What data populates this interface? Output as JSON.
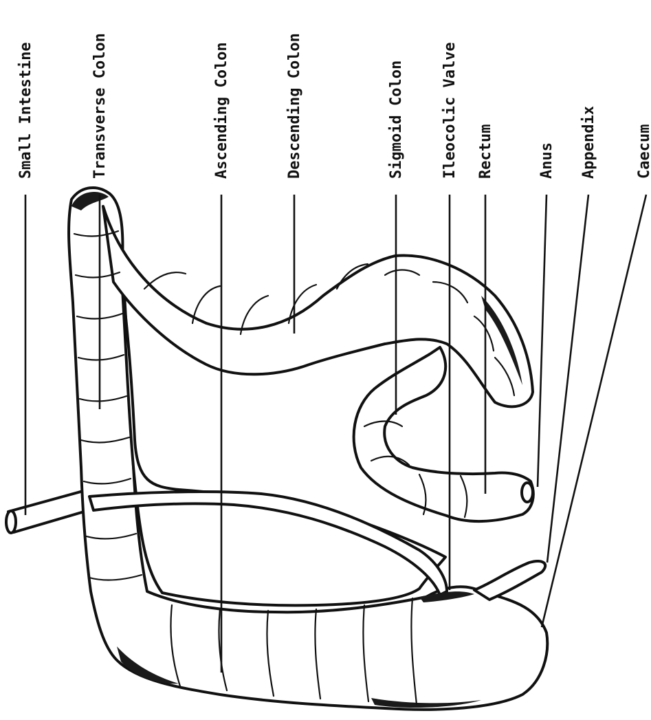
{
  "figure": {
    "labels": [
      {
        "id": "small-intestine",
        "text": "Small Intestine"
      },
      {
        "id": "transverse-colon",
        "text": "Transverse Colon"
      },
      {
        "id": "ascending-colon",
        "text": "Ascending Colon"
      },
      {
        "id": "descending-colon",
        "text": "Descending Colon"
      },
      {
        "id": "sigmoid-colon",
        "text": "Sigmoid Colon"
      },
      {
        "id": "ileocolic-valve",
        "text": "Ileocolic Valve"
      },
      {
        "id": "rectum",
        "text": "Rectum"
      },
      {
        "id": "anus",
        "text": "Anus"
      },
      {
        "id": "appendix",
        "text": "Appendix"
      },
      {
        "id": "caecum",
        "text": "Caecum"
      }
    ],
    "colors": {
      "ink": "#111111",
      "paper": "#ffffff"
    }
  }
}
